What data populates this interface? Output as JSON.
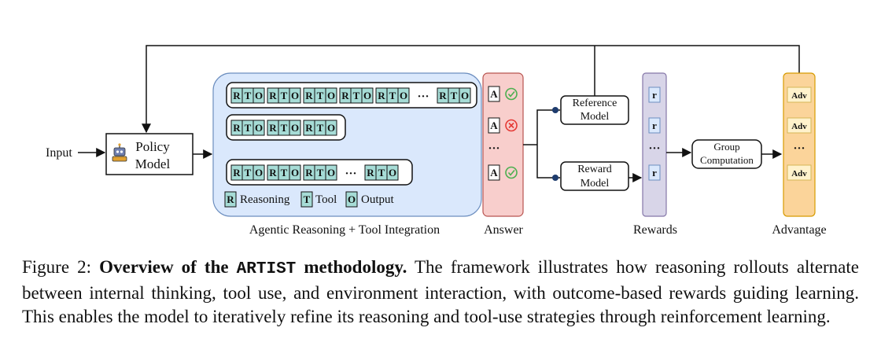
{
  "diagram": {
    "input_label": "Input",
    "policy_model_label": [
      "Policy",
      "Model"
    ],
    "rollouts": [
      [
        "R",
        "T",
        "O",
        "R",
        "T",
        "O",
        "R",
        "T",
        "O",
        "R",
        "T",
        "O",
        "R",
        "T",
        "O",
        "…",
        "R",
        "T",
        "O"
      ],
      [
        "R",
        "T",
        "O",
        "R",
        "T",
        "O",
        "R",
        "T",
        "O"
      ],
      [
        "R",
        "T",
        "O",
        "R",
        "T",
        "O",
        "R",
        "T",
        "O",
        "…",
        "R",
        "T",
        "O"
      ]
    ],
    "legend": [
      {
        "letter": "R",
        "text": "Reasoning"
      },
      {
        "letter": "T",
        "text": "Tool"
      },
      {
        "letter": "O",
        "text": "Output"
      }
    ],
    "agentic_panel_label": "Agentic Reasoning + Tool Integration",
    "answers": [
      {
        "letter": "A",
        "status": "correct"
      },
      {
        "letter": "A",
        "status": "incorrect"
      },
      {
        "letter": "…",
        "status": "none"
      },
      {
        "letter": "A",
        "status": "correct"
      }
    ],
    "answer_label": "Answer",
    "reference_model_label": [
      "Reference",
      "Model"
    ],
    "reward_model_label": [
      "Reward",
      "Model"
    ],
    "reward_cells": [
      "r",
      "r",
      "…",
      "r"
    ],
    "rewards_label": "Rewards",
    "group_computation_label": [
      "Group",
      "Computation"
    ],
    "advantage_cells": [
      "Adv",
      "Adv",
      "…",
      "Adv"
    ],
    "advantage_label": "Advantage",
    "colors": {
      "cell_fill": "#a6dcd6",
      "panel_fill": "#dae8fc",
      "answer_fill": "#f8cecc",
      "answer_stroke": "#b85450",
      "reward_fill": "#d8d5e8",
      "advantage_fill": "#fbd49a",
      "check": "#4caf50",
      "cross": "#e53935"
    }
  },
  "caption": {
    "prefix": "Figure 2: ",
    "bold_1": "Overview of the ",
    "mono": "ARTIST",
    "bold_2": " methodology.",
    "body": " The framework illustrates how reasoning rollouts alternate between internal thinking, tool use, and environment interaction, with outcome-based rewards guiding learning. This enables the model to iteratively refine its reasoning and tool-use strategies through reinforcement learning."
  }
}
